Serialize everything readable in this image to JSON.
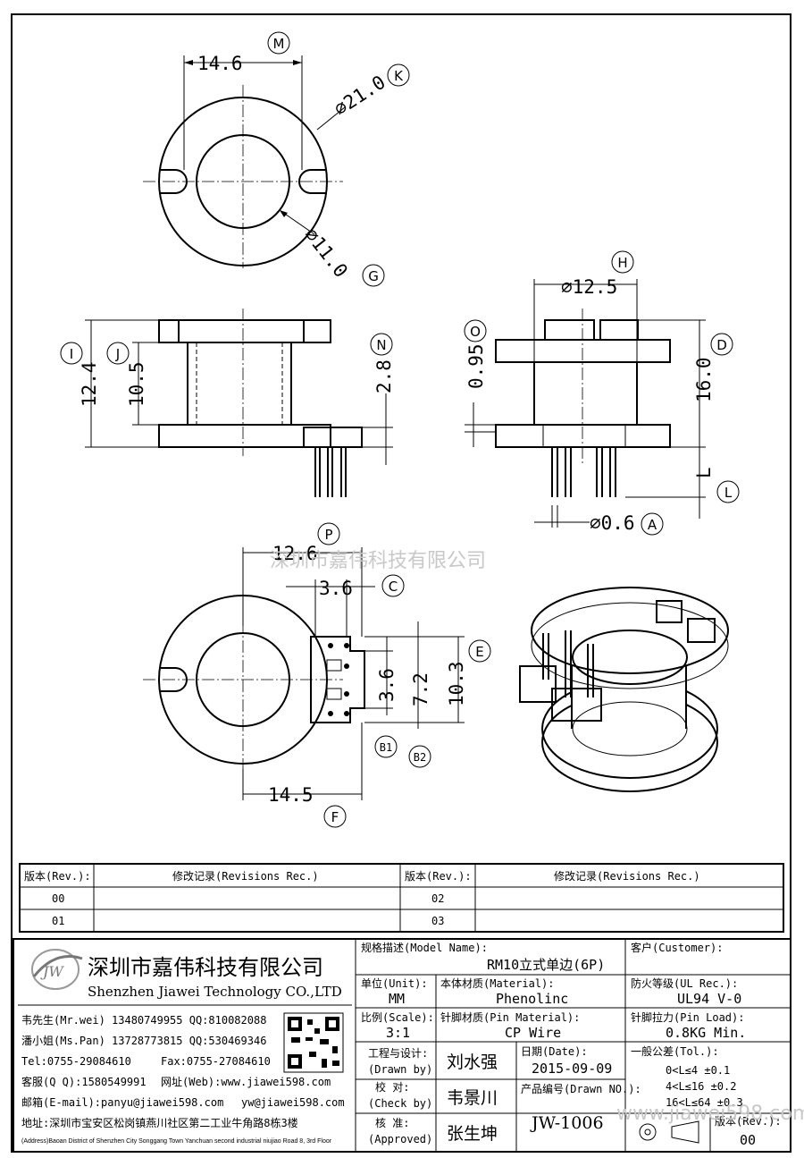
{
  "dims": {
    "top_width": "14.6",
    "outer_dia": "⌀21.0",
    "inner_dia": "⌀11.0",
    "total_h": "12.4",
    "inner_h": "10.5",
    "flange_t": "2.8",
    "side_width": "⌀12.5",
    "top_tab": "0.95",
    "side_h": "16.0",
    "pin_len": "L",
    "pin_dia": "⌀0.6",
    "bottom_w": "12.6",
    "pin_block": "3.6",
    "pin_pitch": "3.6",
    "pin_row_w": "7.2",
    "block_h": "10.3",
    "bottom_len": "14.5"
  },
  "markers": {
    "M": "M",
    "K": "K",
    "G": "G",
    "I": "I",
    "J": "J",
    "N": "N",
    "H": "H",
    "O": "O",
    "D": "D",
    "L": "L",
    "A": "A",
    "P": "P",
    "C": "C",
    "E": "E",
    "B1": "B1",
    "B2": "B2",
    "F": "F"
  },
  "watermark": {
    "center": "深圳市嘉伟科技有限公司",
    "corner": "www.jiawei598.com"
  },
  "revisions": {
    "rev_header": "版本(Rev.):",
    "rec_header": "修改记录(Revisions Rec.)",
    "left_revs": [
      "00",
      "01"
    ],
    "right_revs": [
      "02",
      "03"
    ]
  },
  "company": {
    "logo": "JW",
    "name_cn": "深圳市嘉伟科技有限公司",
    "name_en": "Shenzhen Jiawei Technology CO.,LTD",
    "contact1": "韦先生(Mr.wei) 13480749955 QQ:810082088",
    "contact2": "潘小姐(Ms.Pan) 13728773815 QQ:530469346",
    "tel": "Tel:0755-29084610",
    "fax": "Fax:0755-27084610",
    "qq": "客服(Q Q):1580549991",
    "web": "网址(Web):www.jiawei598.com",
    "email1": "邮箱(E-mail):panyu@jiawei598.com",
    "email2": "yw@jiawei598.com",
    "addr_cn": "地址:深圳市宝安区松岗镇燕川社区第二工业牛角路8栋3楼",
    "addr_en": "(Address)Baoan District of Shenzhen City Songgang Town Yanchuan  second industrial niujiao Road 8, 3rd Floor"
  },
  "title_block": {
    "model_label": "规格描述(Model Name):",
    "model": "RM10立式单边(6P)",
    "customer_label": "客户(Customer):",
    "customer": "",
    "unit_label": "单位(Unit):",
    "unit": "MM",
    "material_label": "本体材质(Material):",
    "material": "Phenolinc",
    "ul_label": "防火等级(UL Rec.):",
    "ul": "UL94 V-0",
    "scale_label": "比例(Scale):",
    "scale": "3:1",
    "pin_mat_label": "针脚材质(Pin Material):",
    "pin_mat": "CP Wire",
    "pin_load_label": "针脚拉力(Pin Load):",
    "pin_load": "0.8KG Min.",
    "drawn_label": "工程与设计:",
    "drawn_sub": "(Drawn by)",
    "drawn": "刘水强",
    "date_label": "日期(Date):",
    "date": "2015-09-09",
    "tol_label": "一般公差(Tol.):",
    "tol1": "0<L≤4    ±0.1",
    "tol2": "4<L≤16   ±0.2",
    "tol3": "16<L≤64  ±0.3",
    "check_label": "校  对:",
    "check_sub": "(Check by)",
    "check": "韦景川",
    "no_label": "产品编号(Drawn NO.):",
    "no": "JW-1006",
    "approve_label": "核  准:",
    "approve_sub": "(Approved)",
    "approve": "张生坤",
    "rev_label": "版本(Rev.):",
    "rev": "00"
  }
}
